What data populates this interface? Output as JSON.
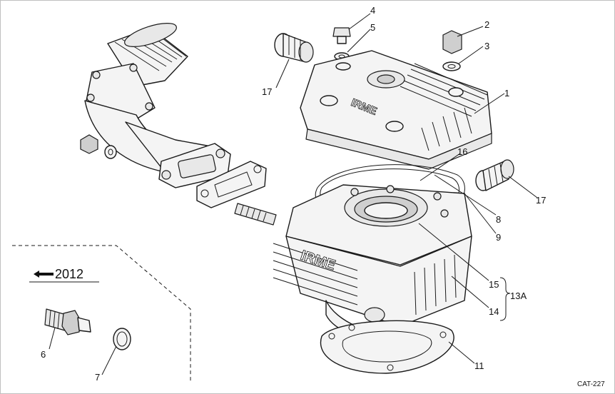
{
  "diagram": {
    "catalog_code": "CAT-227",
    "inset": {
      "era_label": "2012"
    },
    "callouts": [
      "1",
      "2",
      "3",
      "4",
      "5",
      "6",
      "7",
      "8",
      "9",
      "11",
      "14",
      "15",
      "16",
      "17",
      "17",
      "13A"
    ],
    "brand_marks": [
      "IRME",
      "IRME"
    ]
  }
}
